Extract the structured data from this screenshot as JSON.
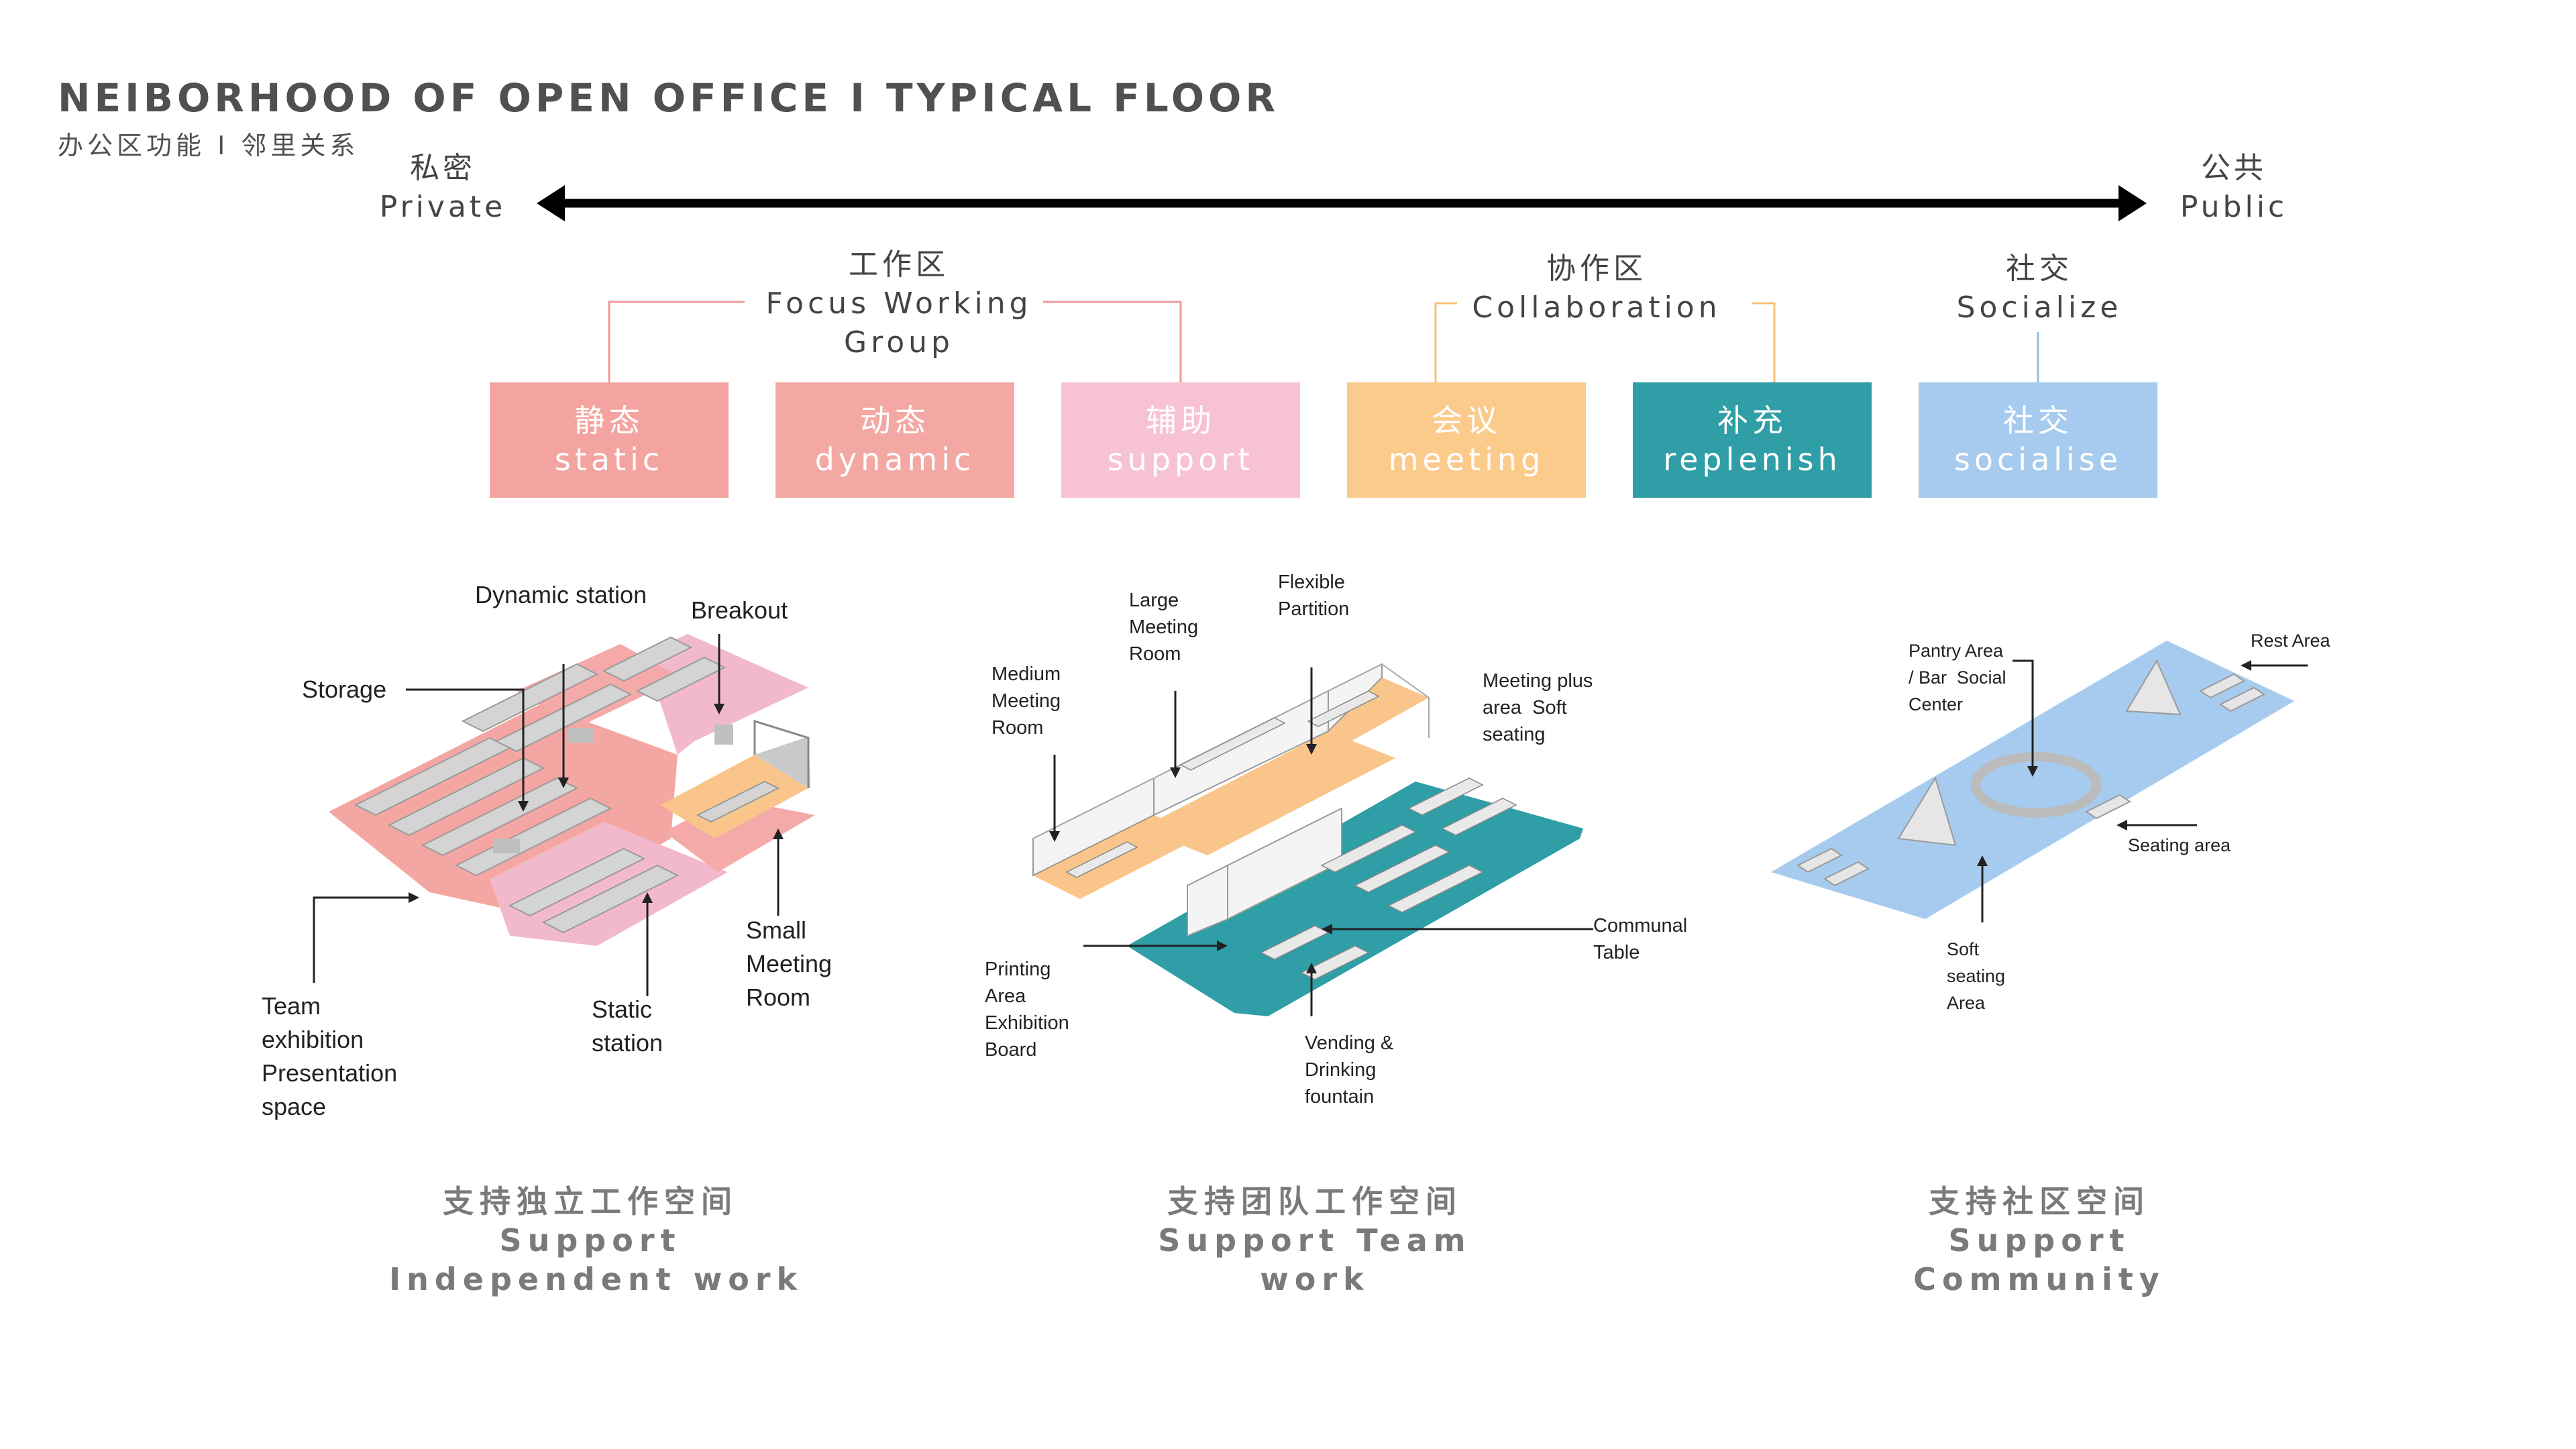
{
  "header": {
    "title": "NEIBORHOOD OF OPEN OFFICE I TYPICAL FLOOR",
    "subtitle": "办公区功能 I 邻里关系"
  },
  "axis": {
    "left_cn": "私密",
    "left_en": "Private",
    "right_cn": "公共",
    "right_en": "Public"
  },
  "groups": [
    {
      "cn": "工作区",
      "en1": "Focus Working",
      "en2": "Group"
    },
    {
      "cn": "协作区",
      "en1": "Collaboration"
    },
    {
      "cn": "社交",
      "en1": "Socialize"
    }
  ],
  "categories": [
    {
      "cn": "静态",
      "en": "static",
      "color": "#f4a4a0"
    },
    {
      "cn": "动态",
      "en": "dynamic",
      "color": "#f3a8a4"
    },
    {
      "cn": "辅助",
      "en": "support",
      "color": "#f7c3d2"
    },
    {
      "cn": "会议",
      "en": "meeting",
      "color": "#fbcb8c"
    },
    {
      "cn": "补充",
      "en": "replenish",
      "color": "#2f9ea6"
    },
    {
      "cn": "社交",
      "en": "socialise",
      "color": "#a6cbee"
    }
  ],
  "left_plan": {
    "labels": {
      "dynamic_station": "Dynamic station",
      "breakout": "Breakout",
      "storage": "Storage",
      "team": "Team\nexhibition\nPresentation\nspace",
      "static_station": "Static\nstation",
      "small_meeting": "Small\nMeeting\nRoom"
    },
    "caption": {
      "cn": "支持独立工作空间",
      "en1": "Support",
      "en2": "Independent work"
    }
  },
  "mid_plan": {
    "labels": {
      "large_meeting": "Large\nMeeting\nRoom",
      "flexible": "Flexible\nPartition",
      "medium": "Medium\nMeeting\nRoom",
      "meeting_plus": "Meeting plus\narea  Soft\nseating",
      "printing": "Printing\nArea\nExhibition\nBoard",
      "communal": "Communal\nTable",
      "vending": "Vending &\nDrinking\nfountain"
    },
    "caption": {
      "cn": "支持团队工作空间",
      "en1": "Support Team",
      "en2": "work"
    }
  },
  "right_plan": {
    "labels": {
      "pantry": "Pantry Area\n/ Bar  Social\nCenter",
      "rest": "Rest Area",
      "seating": "Seating area",
      "soft": "Soft\nseating\nArea"
    },
    "caption": {
      "cn": "支持社区空间",
      "en1": "Support",
      "en2": "Community"
    }
  },
  "colors": {
    "line_pink": "#f09a9a",
    "line_orange": "#f6c27a",
    "line_blue": "#8fbde8",
    "teal": "#2f9ea6"
  }
}
